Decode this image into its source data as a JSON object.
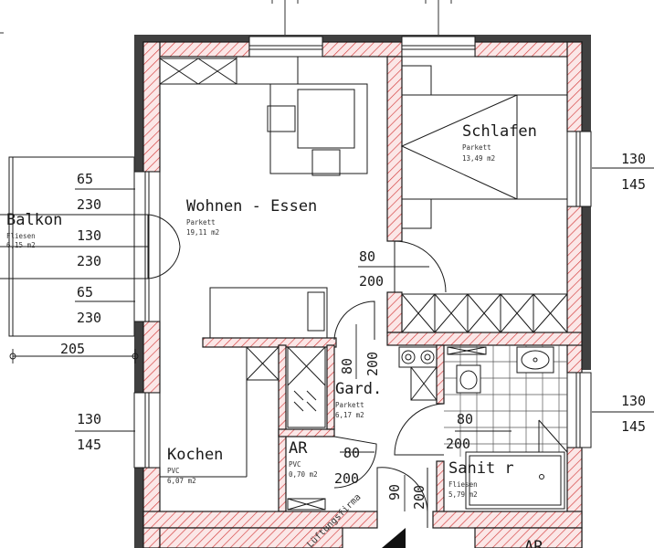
{
  "colors": {
    "hatch": "#d33a3a",
    "hatch_bg": "#fbe7e7",
    "ink": "#1a1a1a",
    "concrete": "#404040"
  },
  "rooms": {
    "wohnen": {
      "name": "Wohnen - Essen",
      "floor": "Parkett",
      "area": "19,11 m2"
    },
    "schlafen": {
      "name": "Schlafen",
      "floor": "Parkett",
      "area": "13,49 m2"
    },
    "balkon": {
      "name": "Balkon",
      "floor": "Fliesen",
      "area": "6,15 m2"
    },
    "kochen": {
      "name": "Kochen",
      "floor": "PVC",
      "area": "6,07 m2"
    },
    "gard": {
      "name": "Gard.",
      "floor": "Parkett",
      "area": "6,17 m2"
    },
    "ar": {
      "name": "AR",
      "floor": "PVC",
      "area": "0,70 m2"
    },
    "sanitaer": {
      "name": "Sanit r",
      "floor": "Fliesen",
      "area": "5,79 m2"
    },
    "ar_lower": {
      "name": "AR"
    }
  },
  "dimensions": {
    "left_window_1_w": "65",
    "left_window_1_h": "230",
    "left_door_w": "130",
    "left_door_h": "230",
    "left_window_2_w": "65",
    "left_window_2_h": "230",
    "balkon_width": "205",
    "kochen_window_w": "130",
    "kochen_window_h": "145",
    "schlafen_window_w": "130",
    "schlafen_window_h": "145",
    "sanit_window_w": "130",
    "sanit_window_h": "145",
    "door_wohnen_w": "80",
    "door_wohnen_h": "200",
    "door_gard_w": "80",
    "door_gard_h": "200",
    "door_sanit_w": "80",
    "door_sanit_h": "200",
    "door_ar_w": "80",
    "door_ar_h": "200",
    "door_entry_w": "90",
    "door_entry_h": "200"
  },
  "annotations": {
    "stair_label": "Lüftungsfirma"
  }
}
